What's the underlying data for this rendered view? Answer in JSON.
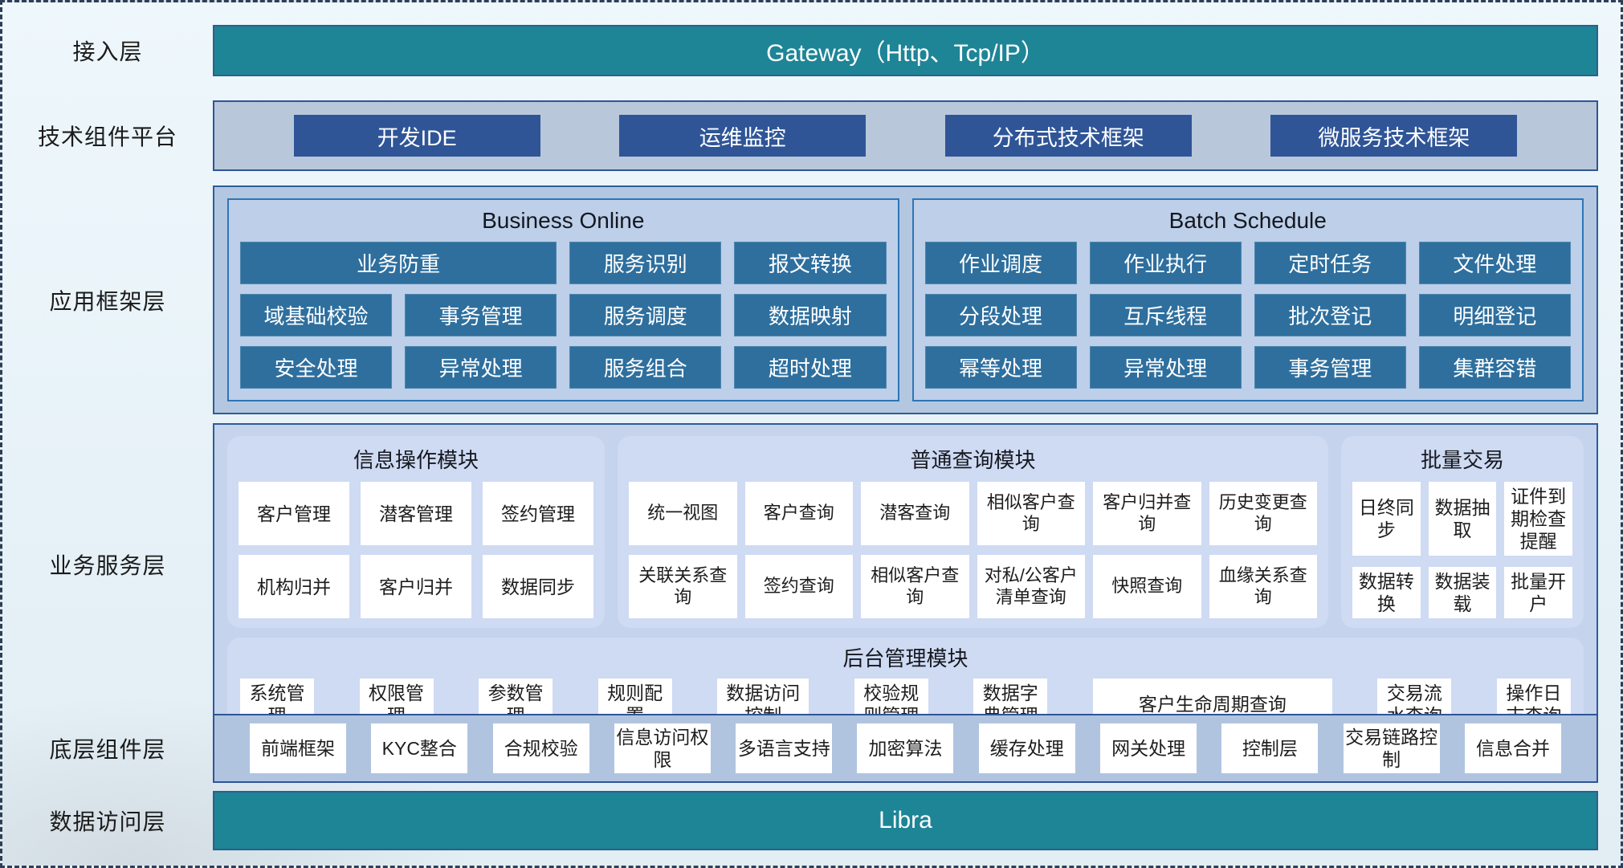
{
  "colors": {
    "teal_bar": "#1e8596",
    "navy_button": "#2f5597",
    "steel_button": "#2e6f9e",
    "panel_blue": "#bdcfe9",
    "panel_lavender": "#cfdaf3",
    "outer_border": "#2c5d9a",
    "page_border_dashed": "#2e3e58"
  },
  "layer_labels": {
    "access": "接入层",
    "tech": "技术组件平台",
    "framework": "应用框架层",
    "services": "业务服务层",
    "base": "底层组件层",
    "data": "数据访问层"
  },
  "access": {
    "title": "Gateway（Http、Tcp/IP）"
  },
  "tech": {
    "items": [
      "开发IDE",
      "运维监控",
      "分布式技术框架",
      "微服务技术框架"
    ]
  },
  "framework": {
    "business_online": {
      "title": "Business Online",
      "row1_wide": "业务防重",
      "row1": [
        "服务识别",
        "报文转换"
      ],
      "row2": [
        "域基础校验",
        "事务管理",
        "服务调度",
        "数据映射"
      ],
      "row3": [
        "安全处理",
        "异常处理",
        "服务组合",
        "超时处理"
      ]
    },
    "batch_schedule": {
      "title": "Batch Schedule",
      "row1": [
        "作业调度",
        "作业执行",
        "定时任务",
        "文件处理"
      ],
      "row2": [
        "分段处理",
        "互斥线程",
        "批次登记",
        "明细登记"
      ],
      "row3": [
        "幂等处理",
        "异常处理",
        "事务管理",
        "集群容错"
      ]
    }
  },
  "services": {
    "info_ops": {
      "title": "信息操作模块",
      "items": [
        "客户管理",
        "潜客管理",
        "签约管理",
        "机构归并",
        "客户归并",
        "数据同步"
      ]
    },
    "query": {
      "title": "普通查询模块",
      "items": [
        "统一视图",
        "客户查询",
        "潜客查询",
        "相似客户查询",
        "客户归并查询",
        "历史变更查询",
        "关联关系查询",
        "签约查询",
        "相似客户查询",
        "对私/公客户清单查询",
        "快照查询",
        "血缘关系查询"
      ]
    },
    "batch": {
      "title": "批量交易",
      "items": [
        "日终同步",
        "数据抽取",
        "证件到期检查提醒",
        "数据转换",
        "数据装载",
        "批量开户"
      ]
    },
    "admin": {
      "title": "后台管理模块",
      "items": [
        "系统管理",
        "权限管理",
        "参数管理",
        "规则配置",
        "数据访问控制",
        "校验规则管理",
        "数据字典管理",
        "客户生命周期查询",
        "交易流水查询",
        "操作日志查询"
      ]
    }
  },
  "base": {
    "items": [
      "前端框架",
      "KYC整合",
      "合规校验",
      "信息访问权限",
      "多语言支持",
      "加密算法",
      "缓存处理",
      "网关处理",
      "控制层",
      "交易链路控制",
      "信息合并"
    ]
  },
  "data": {
    "title": "Libra"
  }
}
